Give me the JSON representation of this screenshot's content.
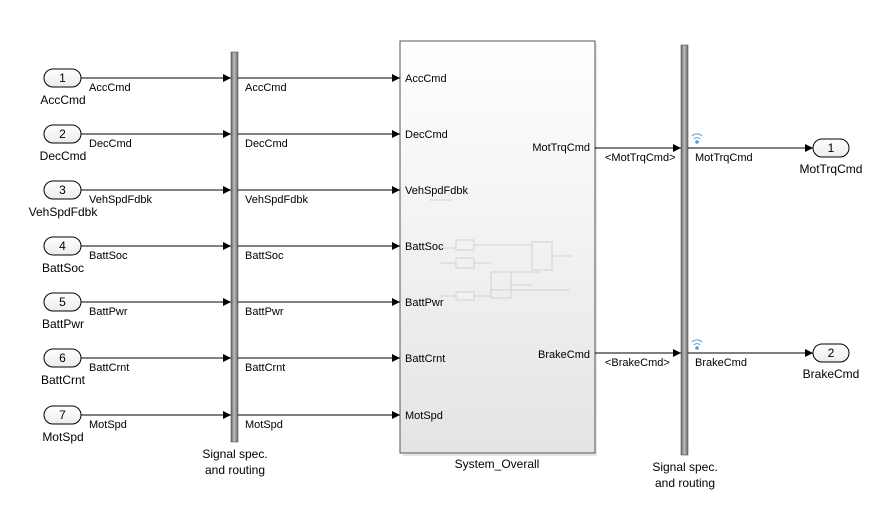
{
  "inports": [
    {
      "num": "1",
      "name": "AccCmd",
      "signal": "AccCmd"
    },
    {
      "num": "2",
      "name": "DecCmd",
      "signal": "DecCmd"
    },
    {
      "num": "3",
      "name": "VehSpdFdbk",
      "signal": "VehSpdFdbk"
    },
    {
      "num": "4",
      "name": "BattSoc",
      "signal": "BattSoc"
    },
    {
      "num": "5",
      "name": "BattPwr",
      "signal": "BattPwr"
    },
    {
      "num": "6",
      "name": "BattCrnt",
      "signal": "BattCrnt"
    },
    {
      "num": "7",
      "name": "MotSpd",
      "signal": "MotSpd"
    }
  ],
  "bus_left": {
    "caption_line1": "Signal spec.",
    "caption_line2": "and routing",
    "out_signals": [
      "AccCmd",
      "DecCmd",
      "VehSpdFdbk",
      "BattSoc",
      "BattPwr",
      "BattCrnt",
      "MotSpd"
    ]
  },
  "subsystem": {
    "name": "System_Overall",
    "inputs": [
      "AccCmd",
      "DecCmd",
      "VehSpdFdbk",
      "BattSoc",
      "BattPwr",
      "BattCrnt",
      "MotSpd"
    ],
    "outputs": [
      "MotTrqCmd",
      "BrakeCmd"
    ]
  },
  "bus_right": {
    "caption_line1": "Signal spec.",
    "caption_line2": "and routing",
    "in_signals": [
      "<MotTrqCmd>",
      "<BrakeCmd>"
    ],
    "out_signals": [
      "MotTrqCmd",
      "BrakeCmd"
    ]
  },
  "outports": [
    {
      "num": "1",
      "name": "MotTrqCmd"
    },
    {
      "num": "2",
      "name": "BrakeCmd"
    }
  ],
  "colors": {
    "bar_dark": "#6e6e6e",
    "bar_light": "#b0b0b0",
    "block_border": "#555555",
    "block_fill_top": "#ffffff",
    "block_fill_bottom": "#e6e6e6",
    "wifi_icon": "#5b9bd5"
  }
}
